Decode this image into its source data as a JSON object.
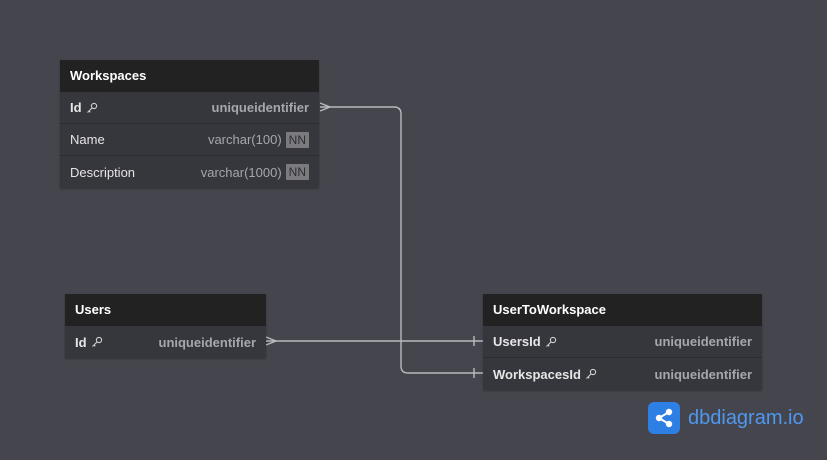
{
  "tables": {
    "workspaces": {
      "name": "Workspaces",
      "fields": [
        {
          "name": "Id",
          "type": "uniqueidentifier",
          "pk": true,
          "nn": ""
        },
        {
          "name": "Name",
          "type": "varchar(100)",
          "pk": false,
          "nn": "NN"
        },
        {
          "name": "Description",
          "type": "varchar(1000)",
          "pk": false,
          "nn": "NN"
        }
      ]
    },
    "users": {
      "name": "Users",
      "fields": [
        {
          "name": "Id",
          "type": "uniqueidentifier",
          "pk": true,
          "nn": ""
        }
      ]
    },
    "user_to_workspace": {
      "name": "UserToWorkspace",
      "fields": [
        {
          "name": "UsersId",
          "type": "uniqueidentifier",
          "pk": true,
          "nn": ""
        },
        {
          "name": "WorkspacesId",
          "type": "uniqueidentifier",
          "pk": true,
          "nn": ""
        }
      ]
    }
  },
  "relations": [
    {
      "from": "Workspaces.Id",
      "from_end": "many",
      "to": "UserToWorkspace.WorkspacesId",
      "to_end": "one"
    },
    {
      "from": "Users.Id",
      "from_end": "many",
      "to": "UserToWorkspace.UsersId",
      "to_end": "one"
    }
  ],
  "brand": {
    "name": "dbdiagram.io"
  },
  "colors": {
    "background": "#45454d",
    "table_header": "#222223",
    "table_body": "#36363d",
    "link": "#b8b8bf",
    "brand": "#2e7fe3"
  }
}
